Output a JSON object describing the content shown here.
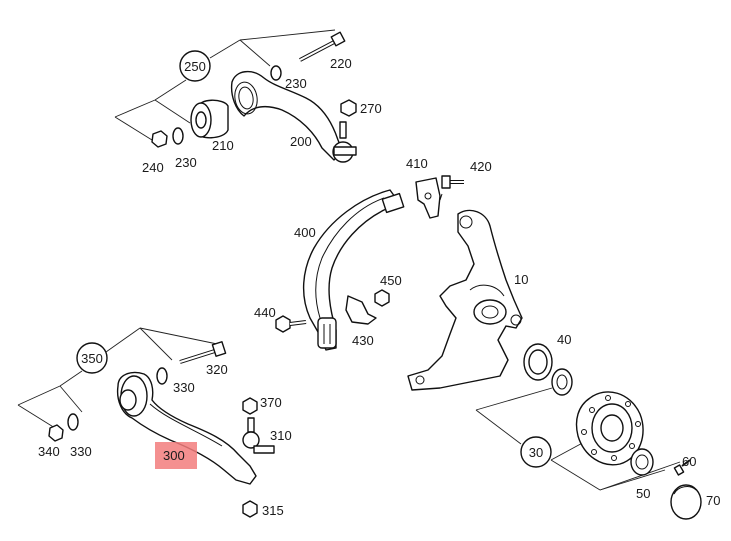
{
  "diagram": {
    "highlight_color": "#f27c7c",
    "labels": {
      "l250": "250",
      "l230a": "230",
      "l220": "220",
      "l270": "270",
      "l240": "240",
      "l230b": "230",
      "l210": "210",
      "l200": "200",
      "l410": "410",
      "l420": "420",
      "l400": "400",
      "l10": "10",
      "l450": "450",
      "l440": "440",
      "l430": "430",
      "l350": "350",
      "l320": "320",
      "l330a": "330",
      "l370": "370",
      "l310": "310",
      "l340": "340",
      "l330b": "330",
      "l300": "300",
      "l315": "315",
      "l40": "40",
      "l30": "30",
      "l60": "60",
      "l50": "50",
      "l70": "70"
    }
  }
}
